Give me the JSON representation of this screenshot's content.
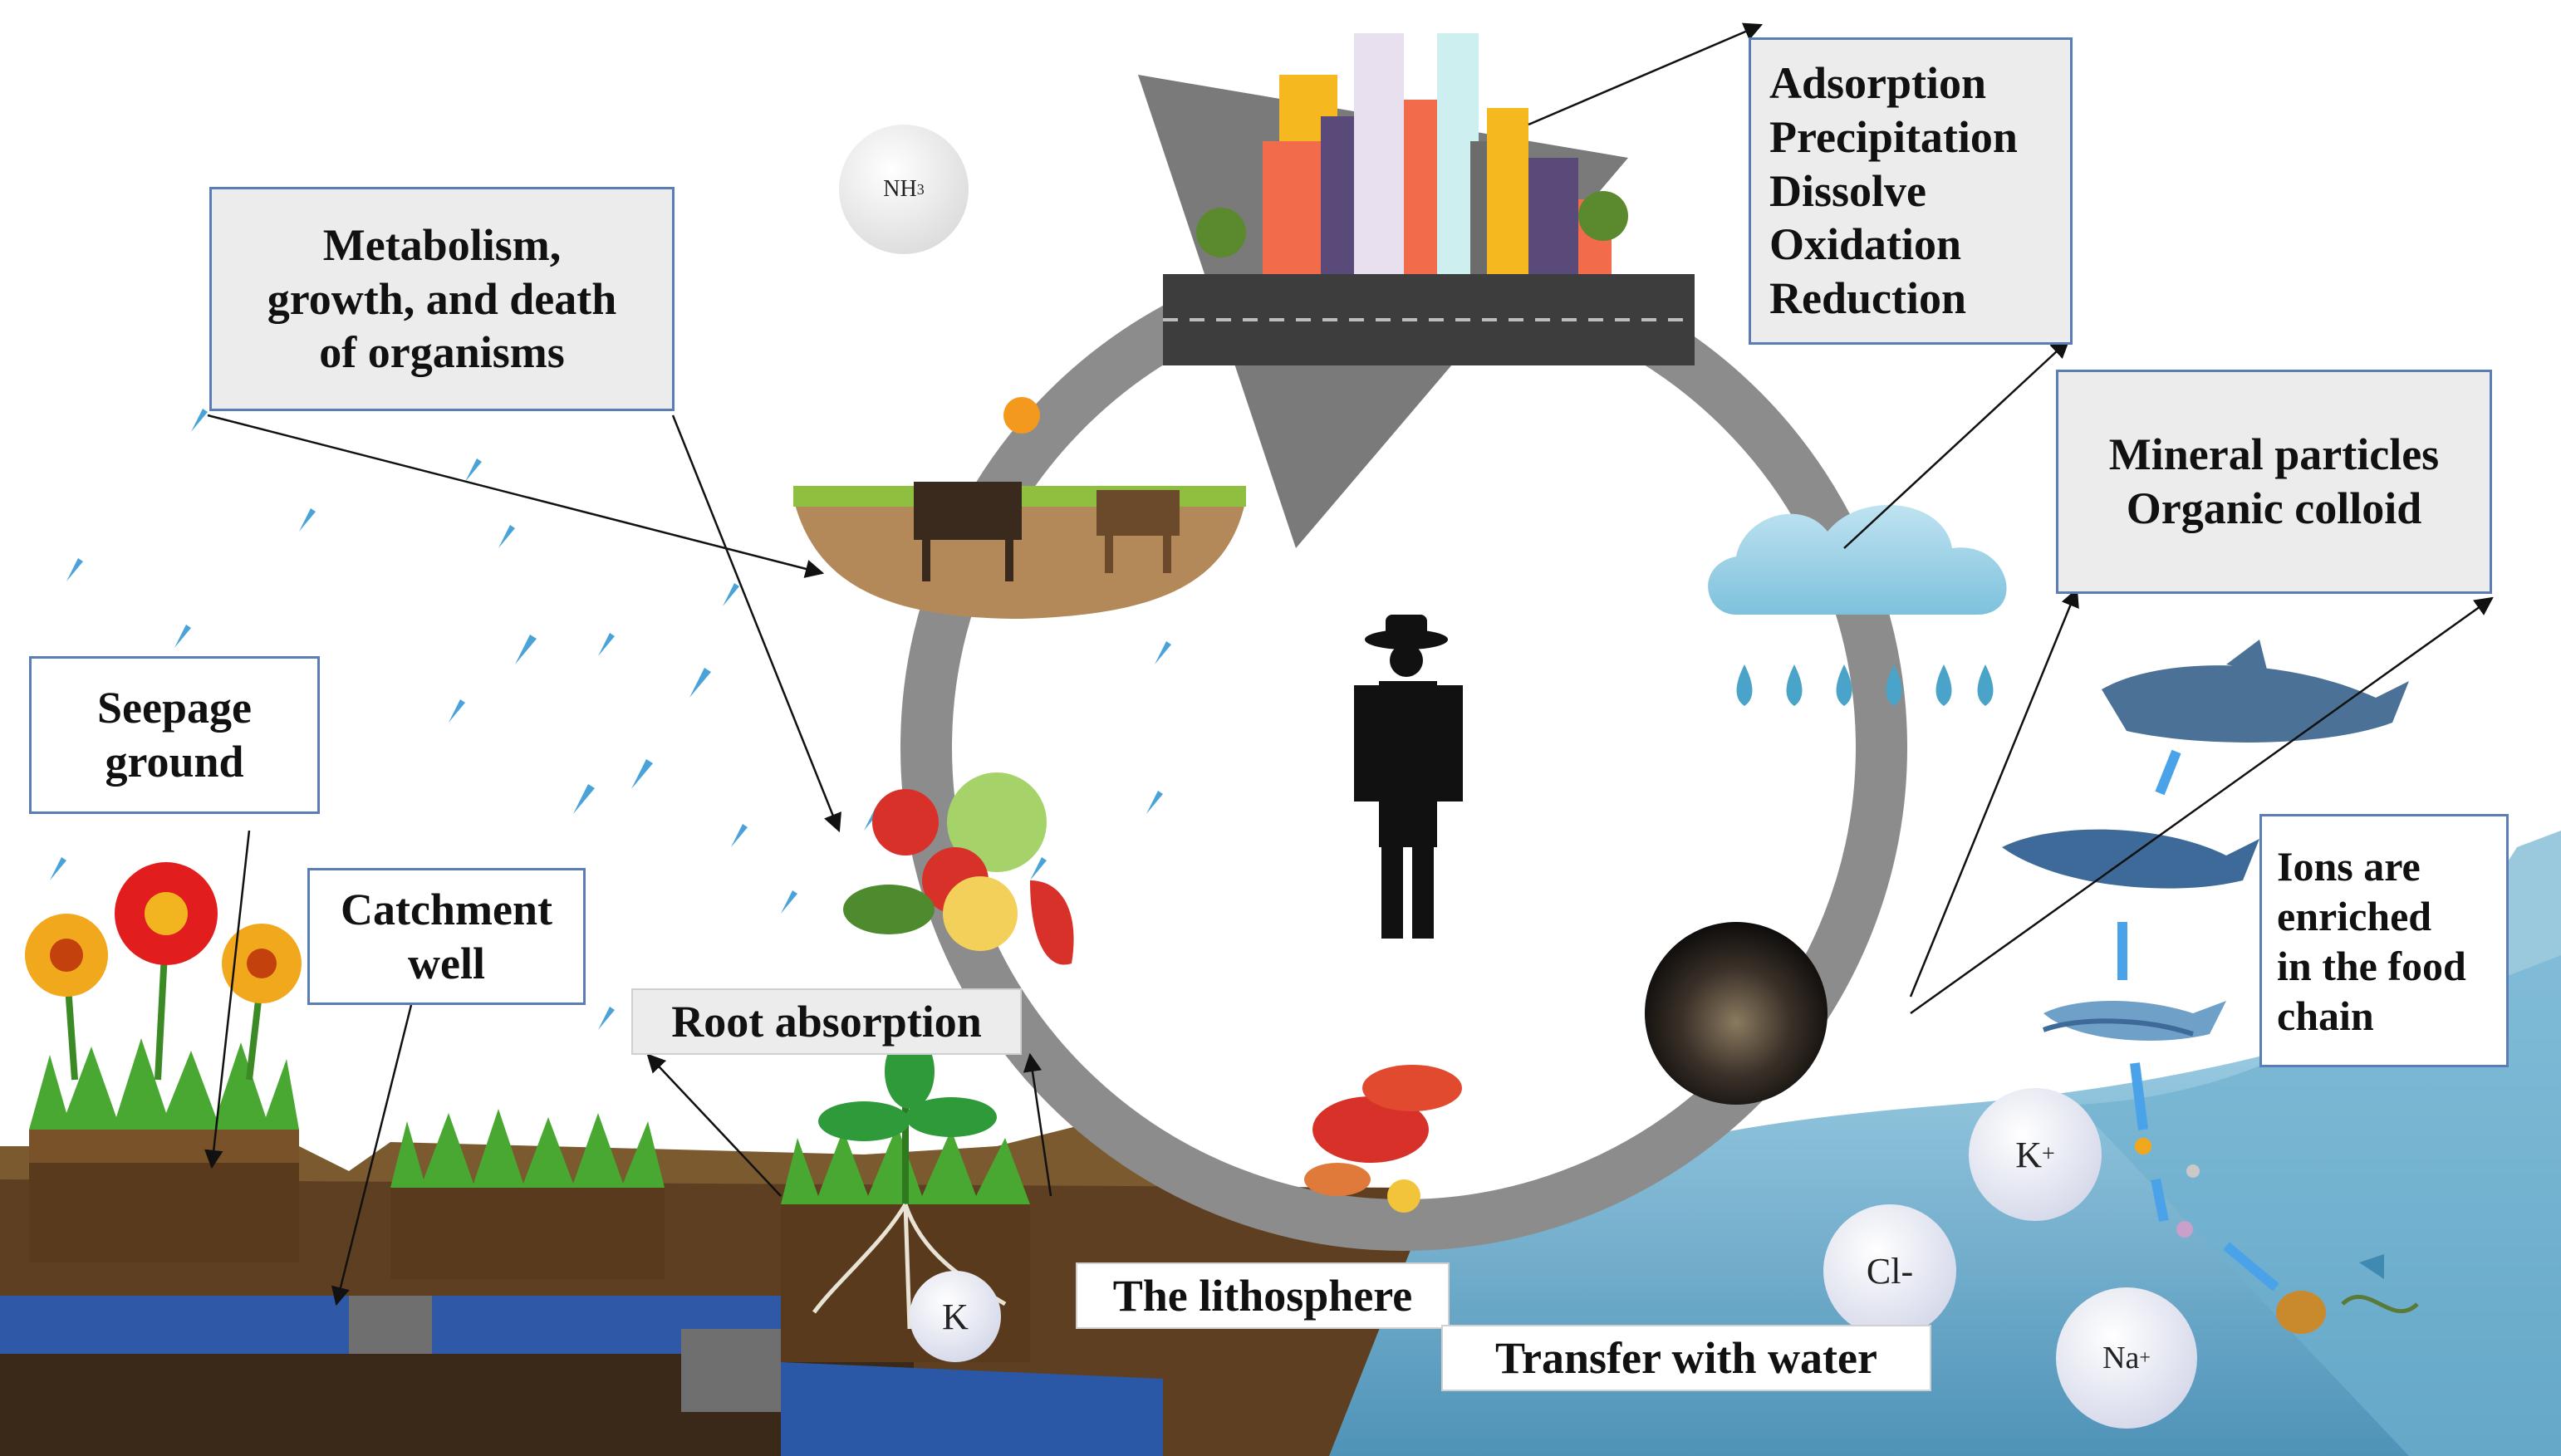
{
  "labels": {
    "metabolism": [
      "Metabolism,",
      "growth, and death",
      "of organisms"
    ],
    "processes": [
      "Adsorption",
      "Precipitation",
      "Dissolve",
      "Oxidation",
      "Reduction"
    ],
    "mineral": [
      "Mineral particles",
      "Organic colloid"
    ],
    "seepage": [
      "Seepage",
      "ground"
    ],
    "catchment": [
      "Catchment",
      "well"
    ],
    "root": "Root absorption",
    "lithosphere": "The lithosphere",
    "transfer": "Transfer with water",
    "ions_food": [
      "Ions are",
      "enriched",
      "in the food",
      "chain"
    ]
  },
  "ions": {
    "nh3": "NH",
    "nh3_sub": "3",
    "k_soil": "K",
    "k_plus": "K",
    "k_plus_sup": "+",
    "cl": "Cl-",
    "na": "Na",
    "na_sup": "+"
  },
  "colors": {
    "cycle_arrow": "#8c8c8c",
    "box_border": "#5b7db5",
    "box_fill": "#ececec",
    "water": "#8fc3dc",
    "soil": "#6b4a2a",
    "grass": "#49a832",
    "rain": "#4aa3d8",
    "person": "#111111"
  },
  "icons": [
    "city-icon",
    "cloud-rain-icon",
    "farm-cows-icon",
    "vegetables-icon",
    "plant-roots-icon",
    "flowers-icon",
    "person-icon",
    "shark-icon",
    "fish-icon",
    "crayfish-icon",
    "soil-particle-icon"
  ]
}
